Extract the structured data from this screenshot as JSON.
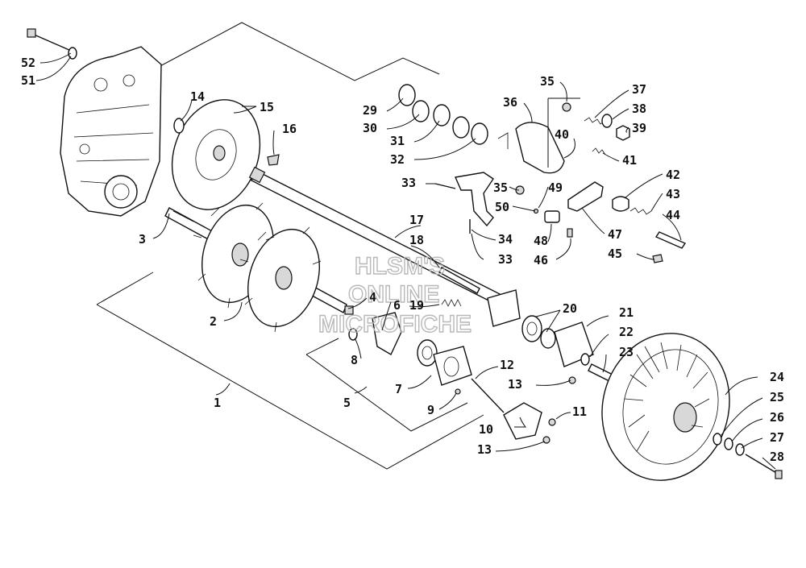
{
  "watermark": [
    "HLSM'S",
    "ONLINE",
    "MICROFICHE"
  ],
  "callouts": {
    "c1": "1",
    "c2": "2",
    "c3": "3",
    "c4": "4",
    "c5": "5",
    "c6": "6",
    "c7": "7",
    "c8": "8",
    "c9": "9",
    "c10": "10",
    "c11": "11",
    "c12": "12",
    "c13a": "13",
    "c13b": "13",
    "c14": "14",
    "c15": "15",
    "c16": "16",
    "c17": "17",
    "c18": "18",
    "c19": "19",
    "c20": "20",
    "c21": "21",
    "c22": "22",
    "c23": "23",
    "c24": "24",
    "c25": "25",
    "c26": "26",
    "c27": "27",
    "c28": "28",
    "c29": "29",
    "c30": "30",
    "c31": "31",
    "c32": "32",
    "c33a": "33",
    "c33b": "33",
    "c34": "34",
    "c35a": "35",
    "c35b": "35",
    "c36": "36",
    "c37": "37",
    "c38": "38",
    "c39": "39",
    "c40": "40",
    "c41": "41",
    "c42": "42",
    "c43": "43",
    "c44": "44",
    "c45": "45",
    "c46": "46",
    "c47": "47",
    "c48": "48",
    "c49": "49",
    "c50": "50",
    "c51": "51",
    "c52": "52"
  }
}
